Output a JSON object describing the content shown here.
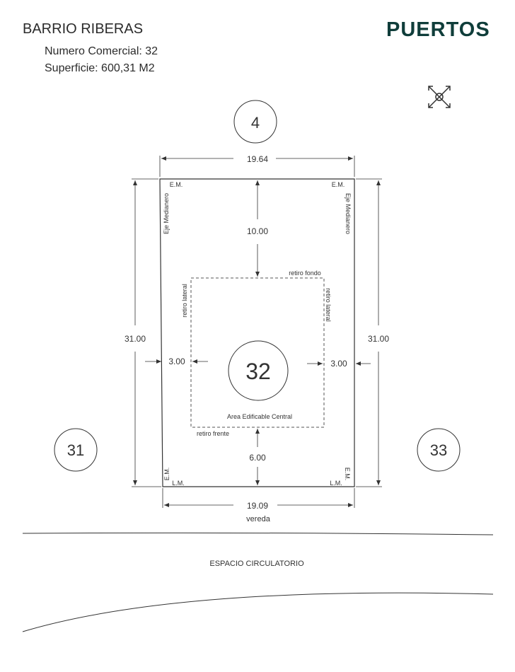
{
  "header": {
    "title": "BARRIO RIBERAS",
    "numero_comercial": "Numero Comercial: 32",
    "superficie": "Superficie: 600,31 M2",
    "logo": "PUERTOS"
  },
  "compass": {
    "icon": "compass-arrows-icon"
  },
  "lots": {
    "top": "4",
    "center": "32",
    "left": "31",
    "right": "33"
  },
  "dimensions": {
    "top_width": "19.64",
    "bottom_width": "19.09",
    "left_depth": "31.00",
    "right_depth": "31.00",
    "rear_setback": "10.00",
    "front_setback": "6.00",
    "left_side_setback": "3.00",
    "right_side_setback": "3.00"
  },
  "labels": {
    "em": "E.M.",
    "lm": "L.M.",
    "eje_medianero": "Eje Medianero",
    "retiro_fondo": "retiro fondo",
    "retiro_lateral": "retiro lateral",
    "retiro_frente": "retiro frente",
    "area_edificable": "Area Edificable Central",
    "vereda": "vereda",
    "espacio_circulatorio": "ESPACIO CIRCULATORIO"
  },
  "colors": {
    "logo": "#0f3d3a",
    "lines": "#333333"
  }
}
